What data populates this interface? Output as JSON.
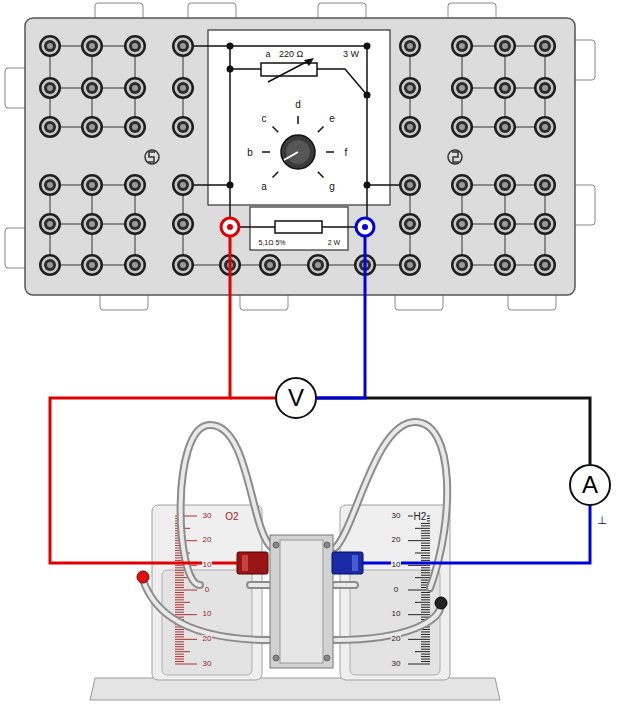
{
  "diagram": {
    "nodes": [
      {
        "text": [
          "V"
        ]
      },
      {
        "text": [
          "A"
        ]
      }
    ],
    "edges": [
      {
        "from": 0,
        "to": 1,
        "arrow": "none"
      }
    ],
    "labels": [
      "a",
      "220 Ω",
      "3 W",
      "d",
      "c",
      "e",
      "b",
      "f",
      "a",
      "g",
      "5,1Ω 5%",
      "2 W",
      "⊥",
      "30",
      "O2",
      "20",
      "10",
      "0",
      "10",
      "20",
      "30",
      "30",
      "H2",
      "20",
      "10",
      "0",
      "10",
      "20",
      "30"
    ]
  }
}
